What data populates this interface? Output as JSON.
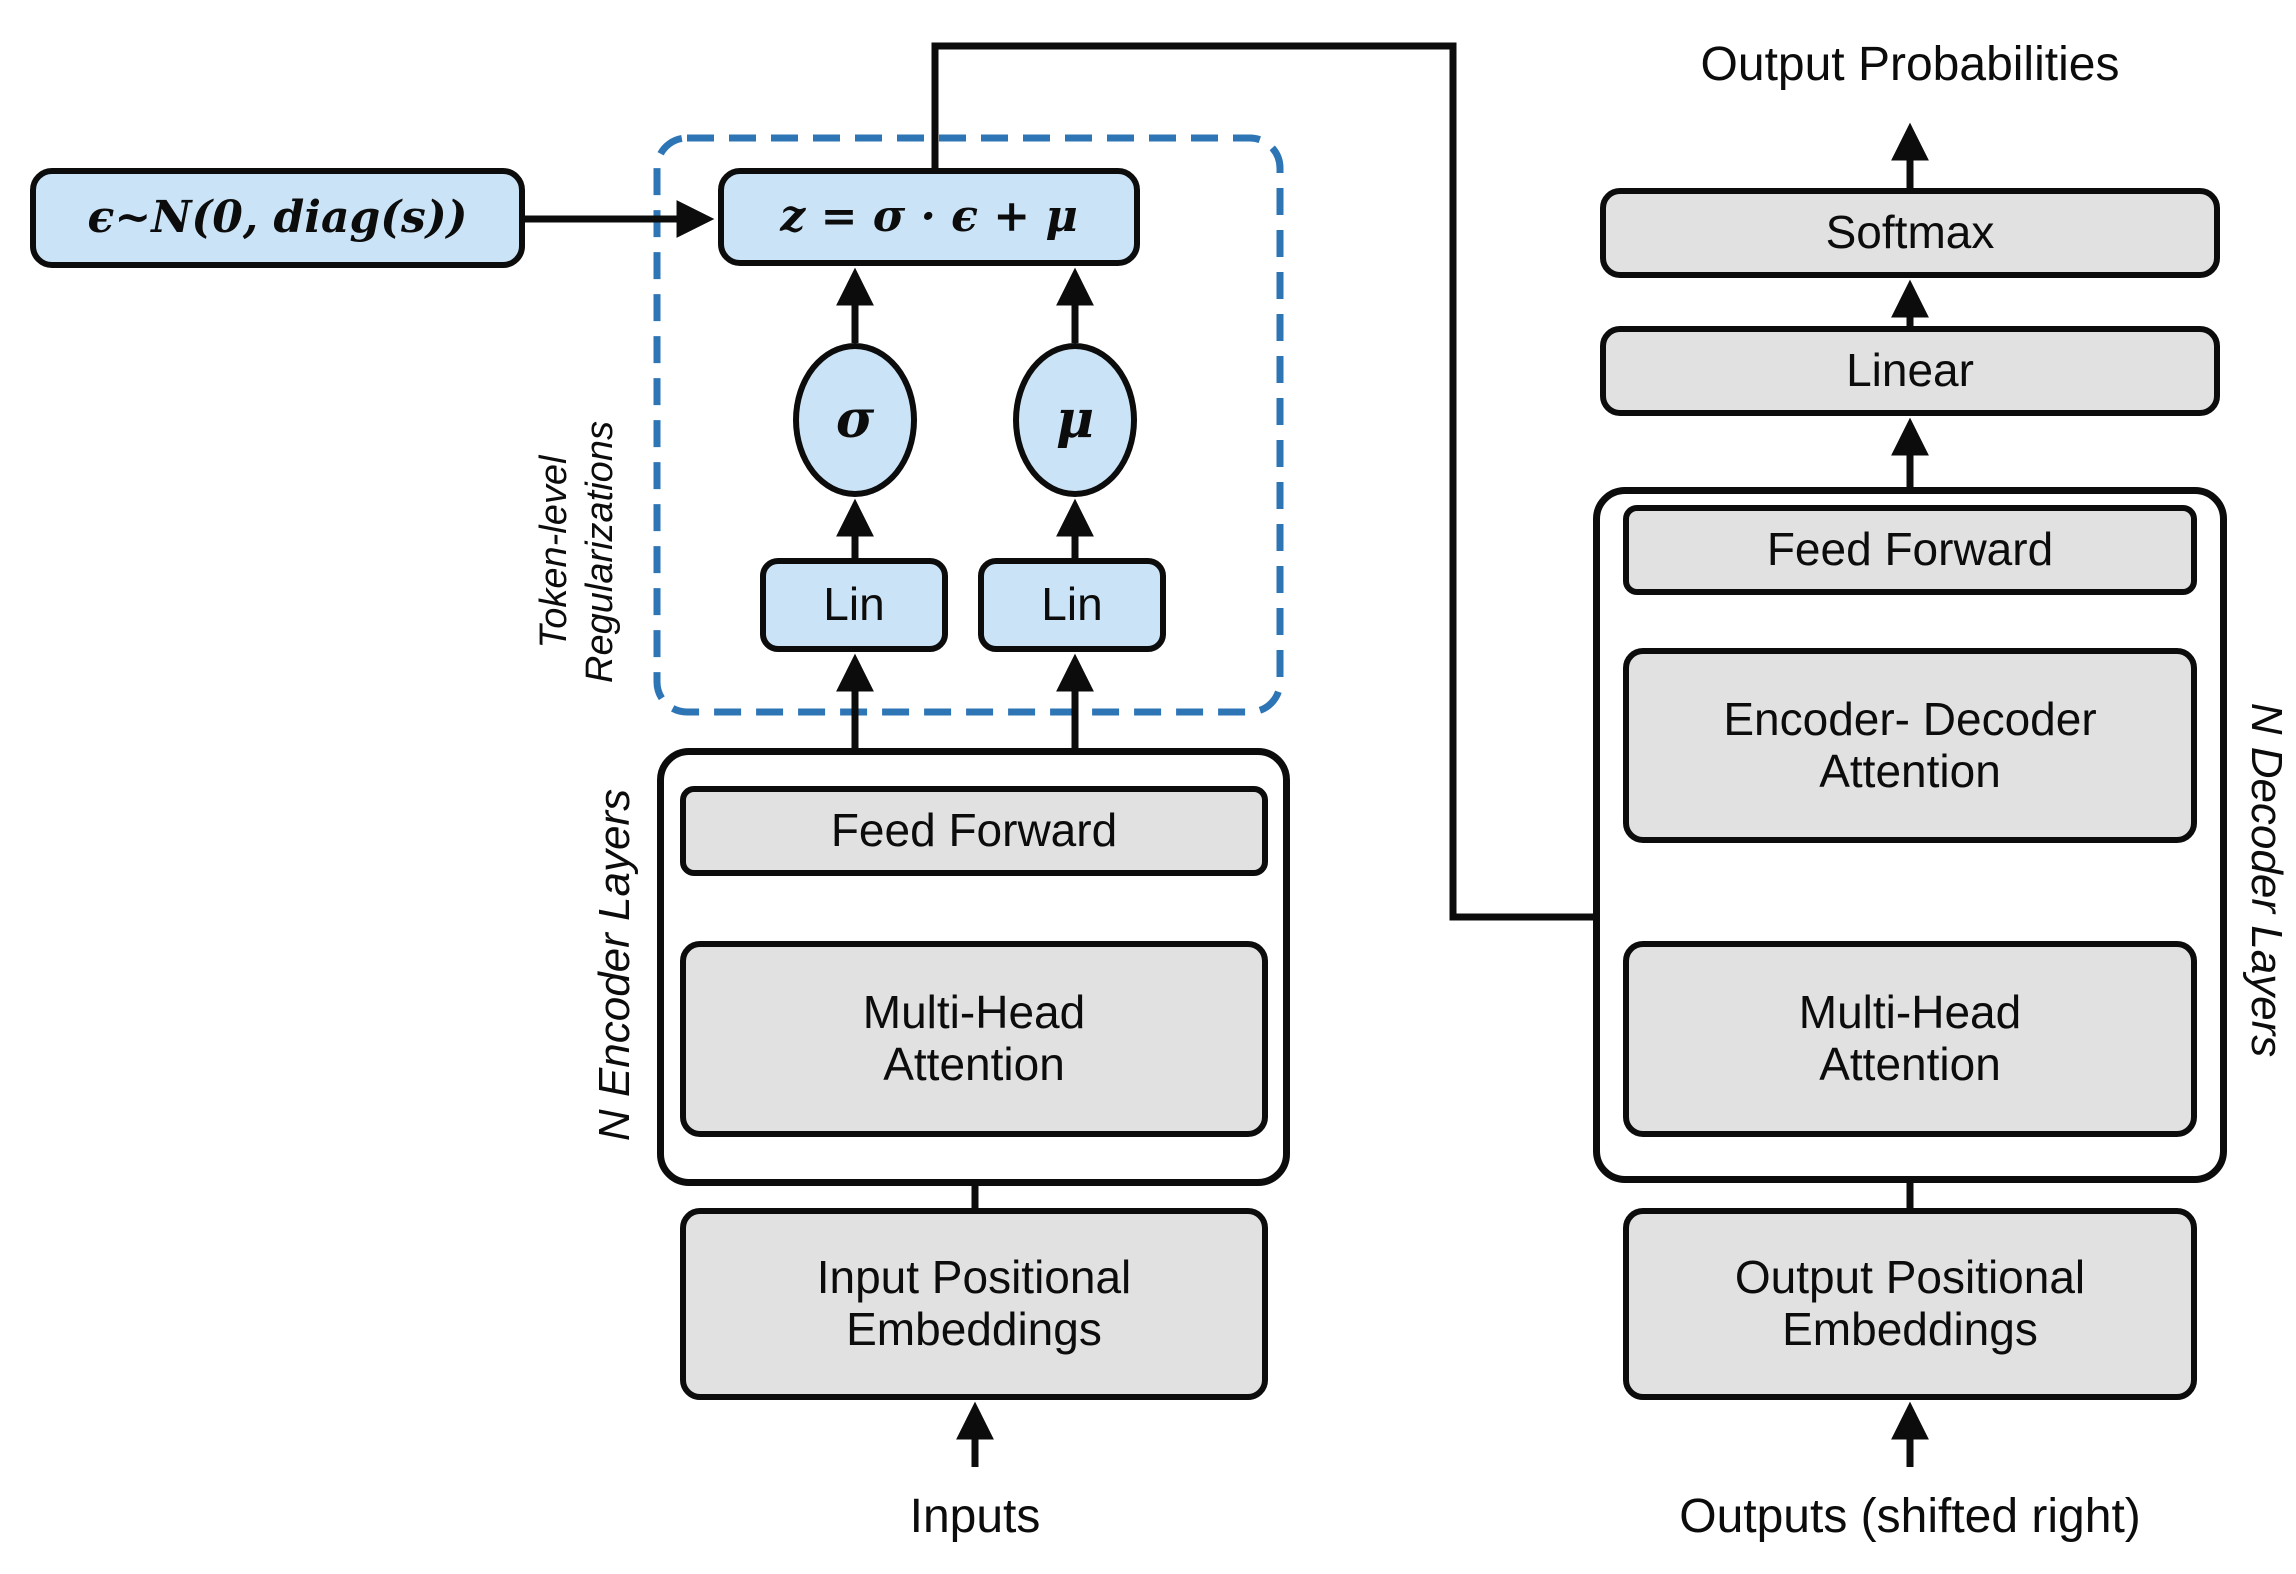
{
  "diagram": {
    "epsilon_box": "ϵ~N(0, diag(s))",
    "z_box": "z = σ · ϵ + μ",
    "sigma_circle": "σ",
    "mu_circle": "μ",
    "lin_left": "Lin",
    "lin_right": "Lin",
    "token_label_line1": "Token-level",
    "token_label_line2": "Regularizations",
    "encoder": {
      "layers_label": "N Encoder Layers",
      "feed_forward": "Feed Forward",
      "multi_head_line1": "Multi-Head",
      "multi_head_line2": "Attention",
      "input_emb_line1": "Input Positional",
      "input_emb_line2": "Embeddings",
      "inputs": "Inputs"
    },
    "decoder": {
      "layers_label": "N Decoder Layers",
      "output_probabilities": "Output Probabilities",
      "softmax": "Softmax",
      "linear": "Linear",
      "feed_forward": "Feed Forward",
      "enc_dec_attention_line1": "Encoder- Decoder",
      "enc_dec_attention_line2": "Attention",
      "multi_head_line1": "Multi-Head",
      "multi_head_line2": "Attention",
      "output_emb_line1": "Output Positional",
      "output_emb_line2": "Embeddings",
      "outputs": "Outputs (shifted right)"
    },
    "colors": {
      "light_blue_fill": "#cbe3f6",
      "gray_fill": "#e1e1e1",
      "dashed_border_blue": "#2e75b6",
      "line_black": "#0c0c0c"
    }
  }
}
